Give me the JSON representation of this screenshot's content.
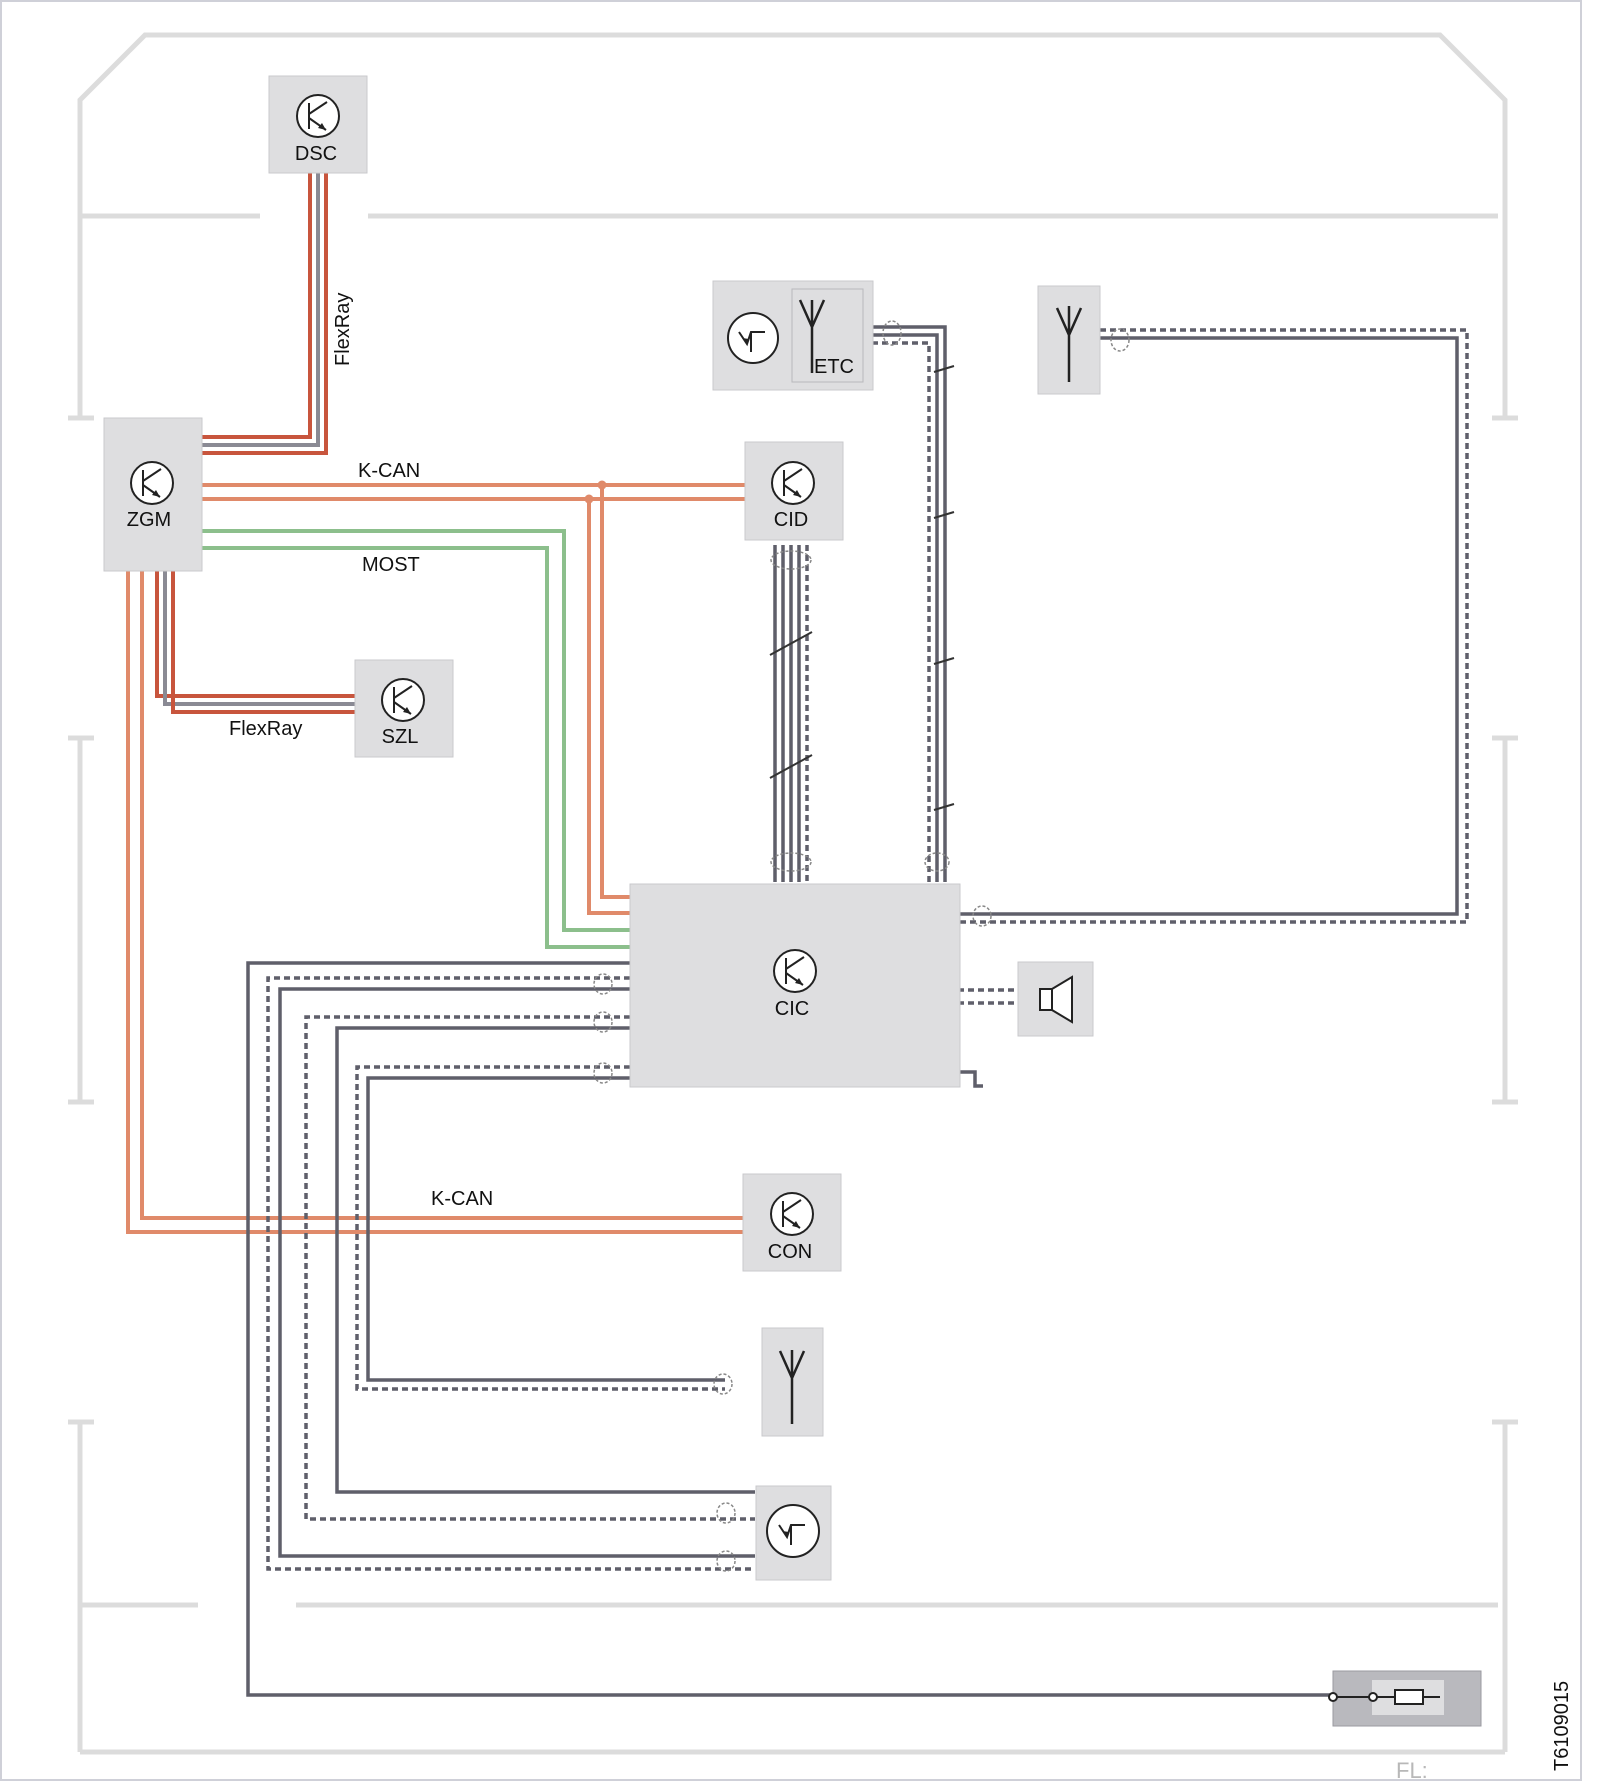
{
  "units": {
    "dsc": "DSC",
    "zgm": "ZGM",
    "szl": "SZL",
    "cid": "CID",
    "etc": "ETC",
    "cic": "CIC",
    "con": "CON"
  },
  "bus_labels": {
    "flexray_vertical": "FlexRay",
    "flexray_szl": "FlexRay",
    "kcan_top": "K-CAN",
    "most": "MOST",
    "kcan_bottom": "K-CAN"
  },
  "footer": {
    "fl": "FL:",
    "figure_id": "T6109015"
  },
  "colors": {
    "flexray": "#c8553d",
    "kcan": "#e08a6a",
    "most": "#8cbf8c",
    "cable": "#5f5f6a",
    "body_outline": "#dcdcdc",
    "unit_fill": "#dedee0"
  },
  "icons": [
    "control-unit-icon",
    "antenna-icon",
    "speaker-icon",
    "fuse-icon",
    "ground-icon"
  ]
}
